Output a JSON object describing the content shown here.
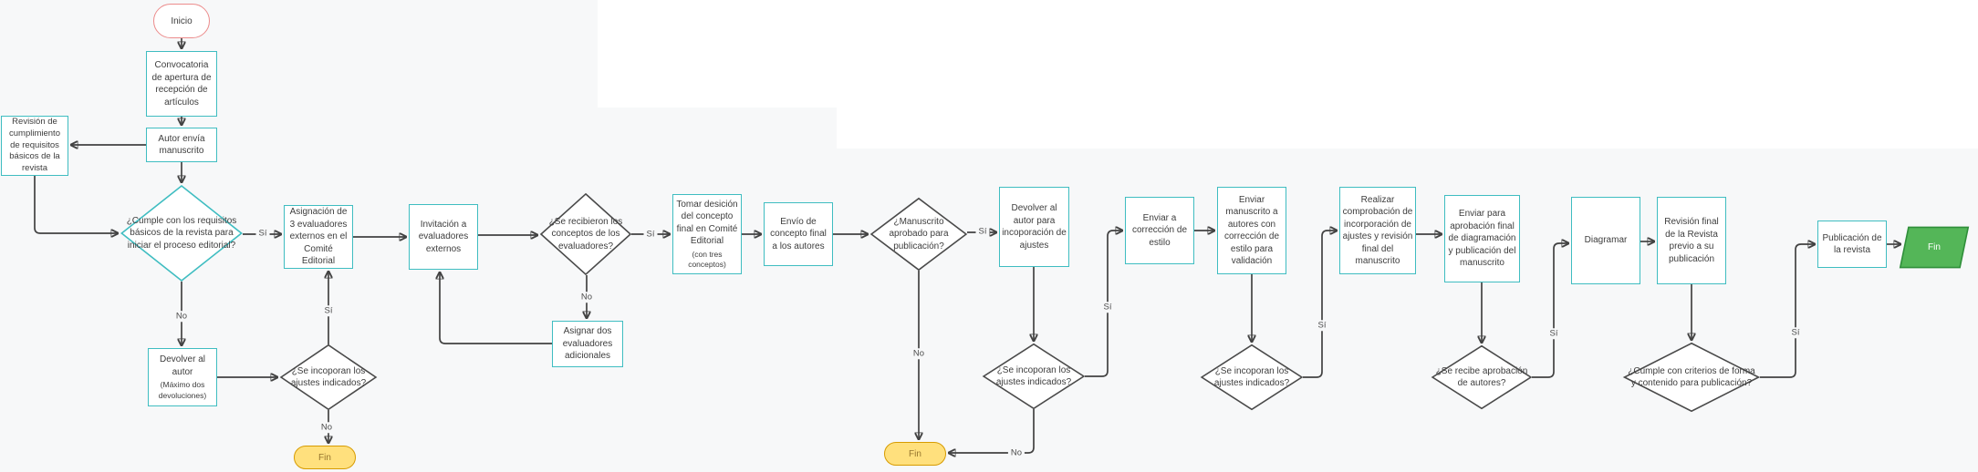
{
  "colors": {
    "canvas_bg": "#f7f8f9",
    "panel_white": "#ffffff",
    "process_border_teal": "#3fbdc1",
    "decision_border_dark": "#4a4a4a",
    "start_border_red": "#ec8c8c",
    "end_fill_yellow": "#ffe07d",
    "end_border_yellow": "#d79b00",
    "end_fill_green": "#54b658",
    "end_border_green": "#2f8f3a",
    "connector": "#424242",
    "text": "#3d3d3d"
  },
  "edge_labels": {
    "si": "Sí",
    "no": "No"
  },
  "nodes": {
    "inicio": {
      "label": "Inicio"
    },
    "convocatoria": {
      "label": "Convocatoria de apertura de recepción de artículos"
    },
    "autor_envia": {
      "label": "Autor envía manuscrito"
    },
    "revision_requisitos": {
      "label": "Revisión de cumplimiento de requisitos básicos de la revista"
    },
    "decision_cumple_requisitos": {
      "label": "¿Cumple con los requisitos básicos de la revista para iniciar el proceso editorial?"
    },
    "devolver_autor": {
      "label": "Devolver al autor",
      "sublabel": "(Máximo dos devoluciones)"
    },
    "decision_ajustes_1": {
      "label": "¿Se incoporan los ajustes indicados?"
    },
    "fin_1": {
      "label": "Fin"
    },
    "asignacion_evaluadores": {
      "label": "Asignación de 3 evaluadores externos en el Comité Editorial"
    },
    "invitacion_evaluadores": {
      "label": "Invitación a evaluadores externos"
    },
    "decision_conceptos": {
      "label": "¿Se recibieron los conceptos de los evaluadores?"
    },
    "asignar_dos": {
      "label": "Asignar dos evaluadores adicionales"
    },
    "tomar_decision": {
      "label": "Tomar desición del concepto final en Comité Editorial",
      "sublabel": "(con tres conceptos)"
    },
    "envio_concepto": {
      "label": "Envío de concepto final a los autores"
    },
    "decision_aprobado": {
      "label": "¿Manuscrito aprobado para publicación?"
    },
    "fin_2": {
      "label": "Fin"
    },
    "devolver_ajustes": {
      "label": "Devolver al autor para incoporación de ajustes"
    },
    "decision_ajustes_2": {
      "label": "¿Se incoporan los ajustes indicados?"
    },
    "enviar_correccion": {
      "label": "Enviar a corrección de estilo"
    },
    "enviar_manuscrito_autores": {
      "label": "Enviar manuscrito a autores con corrección de estilo para validación"
    },
    "decision_ajustes_3": {
      "label": "¿Se incoporan los ajustes indicados?"
    },
    "realizar_comprobacion": {
      "label": "Realizar comprobación de incorporación de ajustes y revisión final del manuscrito"
    },
    "enviar_aprobacion_final": {
      "label": "Enviar para aprobación final de diagramación y publicación del manuscrito"
    },
    "decision_aprobacion_autores": {
      "label": "¿Se recibe aprobación de autores?"
    },
    "diagramar": {
      "label": "Diagramar"
    },
    "revision_final": {
      "label": "Revisión final de la Revista previo a su publicación"
    },
    "decision_criterios": {
      "label": "¿Cumple con criterios de forma y contenido para publicación?"
    },
    "publicacion": {
      "label": "Publicación de la revista"
    },
    "fin_3": {
      "label": "Fin"
    }
  }
}
